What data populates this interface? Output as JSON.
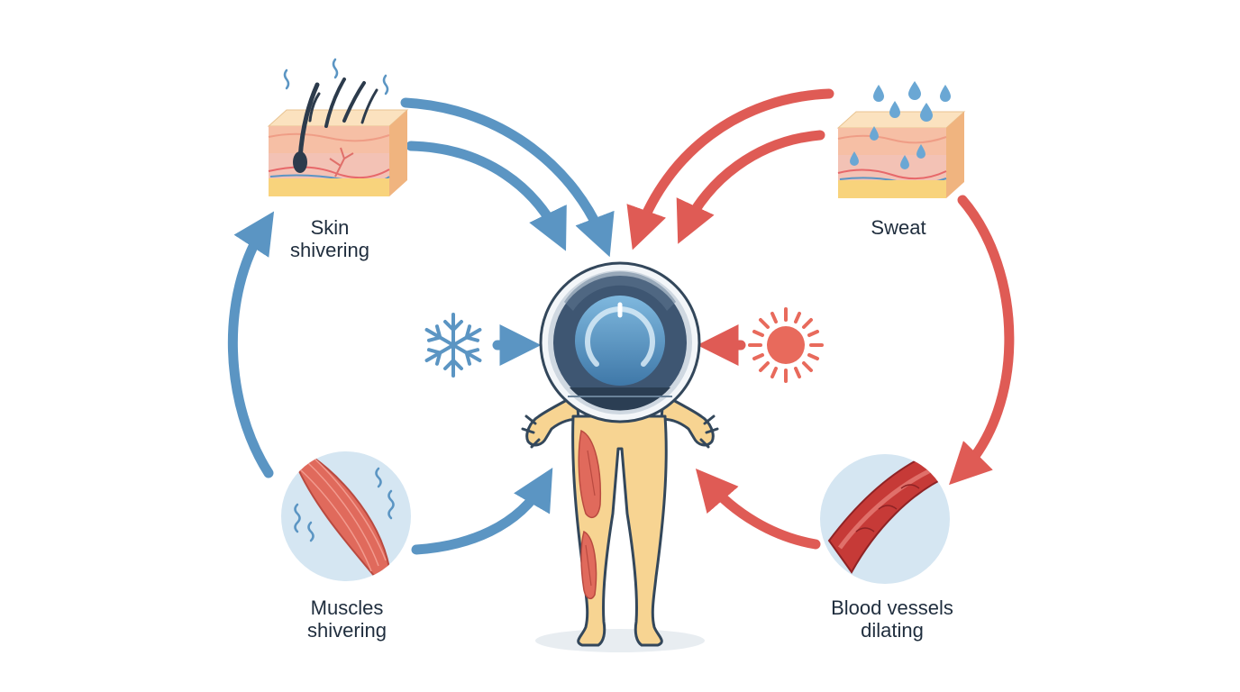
{
  "diagram": {
    "labels": {
      "skin_shivering": [
        "Skin",
        "shivering"
      ],
      "sweat": "Sweat",
      "muscles_shivering": [
        "Muscles",
        "shivering"
      ],
      "blood_vessels_dilating": [
        "Blood vessels",
        "dilating"
      ]
    },
    "colors": {
      "cold_blue": "#5b95c3",
      "heat_red": "#df5b55",
      "text": "#1f2d3d",
      "skin_tone": "#f7d492",
      "muscle": "#e06a5c"
    },
    "icons": [
      "snowflake-icon",
      "sun-icon",
      "thermostat-icon",
      "human-body-icon",
      "skin-hair-icon",
      "skin-sweat-icon",
      "muscle-icon",
      "blood-vessel-icon"
    ]
  }
}
